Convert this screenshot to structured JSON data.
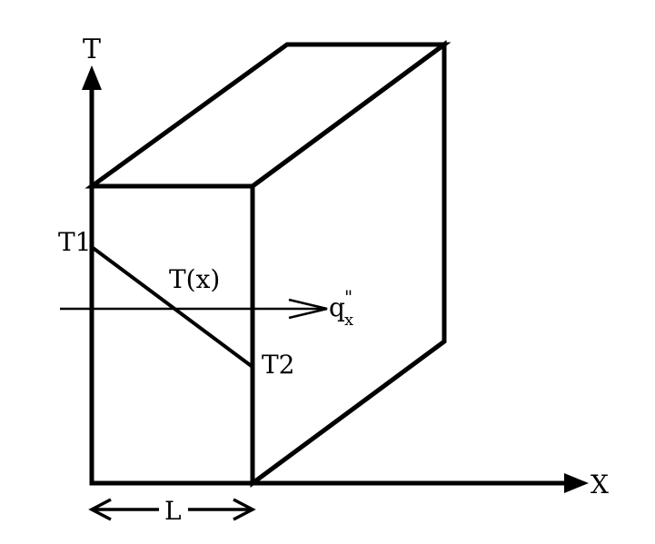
{
  "diagram": {
    "axis_t_label": "T",
    "axis_x_label": "X",
    "t1_label": "T1",
    "t2_label": "T2",
    "profile_label": "T(x)",
    "flux_label_base": "q",
    "flux_label_sub": "x",
    "flux_label_sup": "\"",
    "thickness_label": "L",
    "line_color": "#000000",
    "background_color": "#ffffff"
  }
}
